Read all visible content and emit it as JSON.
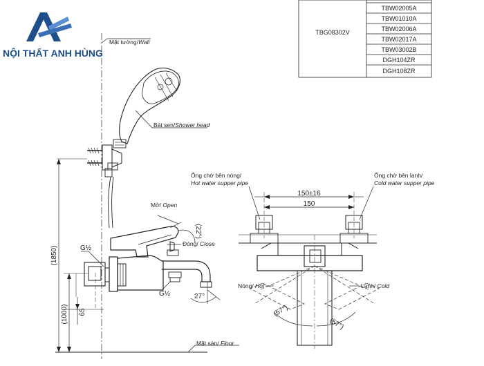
{
  "logo": {
    "brand_text": "NỘI THẤT ANH HÙNG",
    "color": "#1f4e8c"
  },
  "parts_table": {
    "model": "TBG08302V",
    "components": [
      "TBW02005A",
      "TBW01010A",
      "TBW02006A",
      "TBW02017A",
      "TBW03002B",
      "DGH104ZR",
      "DGH108ZR"
    ]
  },
  "labels": {
    "wall_vi": "Mặt tường/",
    "wall_en": "Wall",
    "shower_head_vi": "Bát sen/",
    "shower_head_en": "Shower head",
    "open_vi": "Mở/ ",
    "open_en": "Open",
    "close_vi": "Đóng/ ",
    "close_en": "Close",
    "floor_vi": "Mặt sàn/ ",
    "floor_en": "Floor",
    "hot_pipe_vi": "Ống chờ bên nóng/",
    "hot_pipe_en": "Hot water supper pipe",
    "cold_pipe_vi": "Ống chờ bên lạnh/",
    "cold_pipe_en": "Cold water supper pipe",
    "hot_vi": "Nóng/ ",
    "hot_en": "Hot",
    "cold_vi": "Lạnh/ ",
    "cold_en": "Cold"
  },
  "dimensions": {
    "height_1850": "(1850)",
    "height_1000": "(1000)",
    "height_65": "65",
    "g_half_upper": "G½",
    "g_half_lower": "G½",
    "angle_22": "(22°)",
    "angle_27": "27°",
    "width_150_tol": "150±16",
    "width_150": "150",
    "angle_57_left": "(57°)",
    "angle_57_right": "(57°)"
  },
  "colors": {
    "line": "#222222",
    "dash": "#444444",
    "logo_blue": "#1f4e8c",
    "logo_light": "#5b8fd1"
  }
}
